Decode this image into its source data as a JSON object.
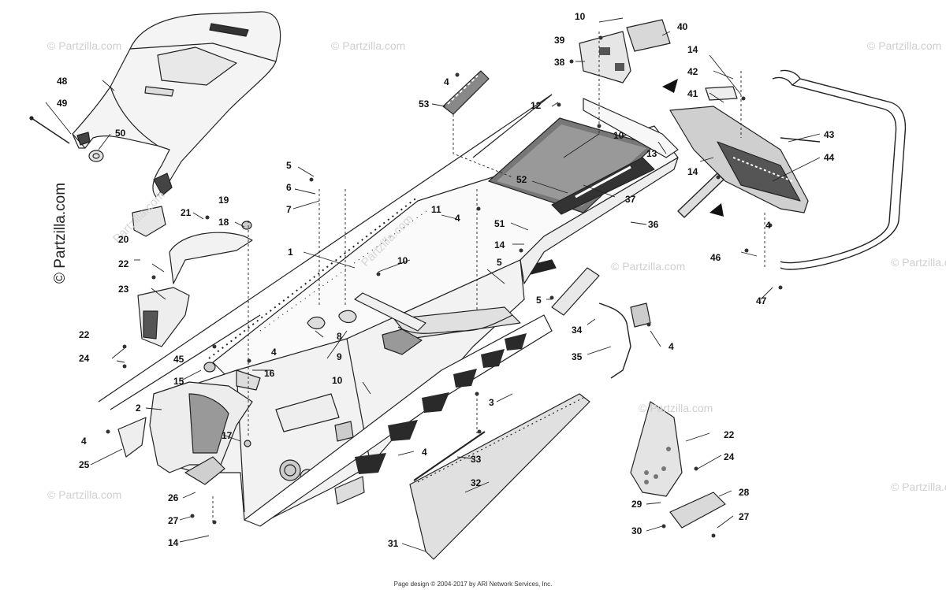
{
  "diagram": {
    "footer": "Page design © 2004-2017 by ARI Network Services, Inc.",
    "watermark": {
      "side_text": "© Partzilla.com",
      "tile_text": "© Partzilla.com",
      "diag_text": "Partzilla.com"
    },
    "callouts": [
      {
        "id": "c10a",
        "label": "10"
      },
      {
        "id": "c40",
        "label": "40"
      },
      {
        "id": "c39",
        "label": "39"
      },
      {
        "id": "c38",
        "label": "38"
      },
      {
        "id": "c14a",
        "label": "14"
      },
      {
        "id": "c42",
        "label": "42"
      },
      {
        "id": "c41",
        "label": "41"
      },
      {
        "id": "c4a",
        "label": "4"
      },
      {
        "id": "c53",
        "label": "53"
      },
      {
        "id": "c12",
        "label": "12"
      },
      {
        "id": "c10b",
        "label": "10"
      },
      {
        "id": "c13",
        "label": "13"
      },
      {
        "id": "c43",
        "label": "43"
      },
      {
        "id": "c44",
        "label": "44"
      },
      {
        "id": "c14b",
        "label": "14"
      },
      {
        "id": "c48",
        "label": "48"
      },
      {
        "id": "c49",
        "label": "49"
      },
      {
        "id": "c50",
        "label": "50"
      },
      {
        "id": "c5a",
        "label": "5"
      },
      {
        "id": "c6",
        "label": "6"
      },
      {
        "id": "c7",
        "label": "7"
      },
      {
        "id": "c52",
        "label": "52"
      },
      {
        "id": "c37",
        "label": "37"
      },
      {
        "id": "c11",
        "label": "11"
      },
      {
        "id": "c4b",
        "label": "4"
      },
      {
        "id": "c51",
        "label": "51"
      },
      {
        "id": "c36",
        "label": "36"
      },
      {
        "id": "c19",
        "label": "19"
      },
      {
        "id": "c21",
        "label": "21"
      },
      {
        "id": "c18",
        "label": "18"
      },
      {
        "id": "c20",
        "label": "20"
      },
      {
        "id": "c14c",
        "label": "14"
      },
      {
        "id": "c4c",
        "label": "4"
      },
      {
        "id": "c46",
        "label": "46"
      },
      {
        "id": "c1",
        "label": "1"
      },
      {
        "id": "c10c",
        "label": "10"
      },
      {
        "id": "c5b",
        "label": "5"
      },
      {
        "id": "c22a",
        "label": "22"
      },
      {
        "id": "c23",
        "label": "23"
      },
      {
        "id": "c47",
        "label": "47"
      },
      {
        "id": "c5c",
        "label": "5"
      },
      {
        "id": "c34",
        "label": "34"
      },
      {
        "id": "c8",
        "label": "8"
      },
      {
        "id": "c9",
        "label": "9"
      },
      {
        "id": "c22b",
        "label": "22"
      },
      {
        "id": "c24a",
        "label": "24"
      },
      {
        "id": "c45",
        "label": "45"
      },
      {
        "id": "c4d",
        "label": "4"
      },
      {
        "id": "c4e",
        "label": "4"
      },
      {
        "id": "c35",
        "label": "35"
      },
      {
        "id": "c16",
        "label": "16"
      },
      {
        "id": "c15",
        "label": "15"
      },
      {
        "id": "c10d",
        "label": "10"
      },
      {
        "id": "c3",
        "label": "3"
      },
      {
        "id": "c2",
        "label": "2"
      },
      {
        "id": "c4f",
        "label": "4"
      },
      {
        "id": "c17",
        "label": "17"
      },
      {
        "id": "c25",
        "label": "25"
      },
      {
        "id": "c4g",
        "label": "4"
      },
      {
        "id": "c22c",
        "label": "22"
      },
      {
        "id": "c33",
        "label": "33"
      },
      {
        "id": "c24b",
        "label": "24"
      },
      {
        "id": "c32",
        "label": "32"
      },
      {
        "id": "c26",
        "label": "26"
      },
      {
        "id": "c28",
        "label": "28"
      },
      {
        "id": "c29",
        "label": "29"
      },
      {
        "id": "c27a",
        "label": "27"
      },
      {
        "id": "c27b",
        "label": "27"
      },
      {
        "id": "c30",
        "label": "30"
      },
      {
        "id": "c14d",
        "label": "14"
      },
      {
        "id": "c31",
        "label": "31"
      }
    ]
  }
}
